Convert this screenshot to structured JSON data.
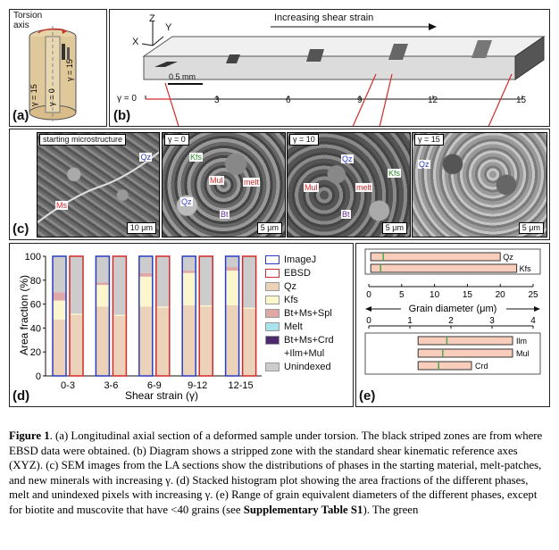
{
  "panel_a": {
    "label": "(a)",
    "axis_label": "Torsion axis",
    "gamma_labels": [
      "γ = 15",
      "γ = 0",
      "γ = 15"
    ]
  },
  "panel_b": {
    "label": "(b)",
    "title": "Increasing shear strain",
    "axes": [
      "Z",
      "Y",
      "X"
    ],
    "scale": "0.5 mm",
    "gamma_prefix": "γ = 0",
    "ticks": [
      "3",
      "6",
      "9",
      "12",
      "15"
    ]
  },
  "panel_c": {
    "label": "(c)",
    "images": [
      {
        "tag": "starting microstructure",
        "scale": "10 μm",
        "labels": [
          "Qz",
          "Ms"
        ]
      },
      {
        "tag": "γ = 0",
        "scale": "5 μm",
        "labels": [
          "Kfs",
          "Mul",
          "melt",
          "Qz",
          "Bt"
        ]
      },
      {
        "tag": "γ = 10",
        "scale": "5 μm",
        "labels": [
          "Qz",
          "Kfs",
          "Mul",
          "melt",
          "Bt"
        ]
      },
      {
        "tag": "γ = 15",
        "scale": "5 μm",
        "labels": [
          "Qz"
        ]
      }
    ]
  },
  "panel_d": {
    "label": "(d)",
    "legend": [
      "ImageJ",
      "EBSD",
      "Qz",
      "Kfs",
      "Bt+Ms+Spl",
      "Melt",
      "Bt+Ms+Crd",
      "+Ilm+Mul",
      "Unindexed"
    ]
  },
  "panel_e": {
    "label": "(e)",
    "xlabel": "Grain diameter (μm)"
  },
  "colors": {
    "imagej": "#2b3cc4",
    "ebsd": "#d42a2a",
    "qz": "#ecd2b8",
    "kfs": "#fbf6cc",
    "btmsspl": "#dfa8a6",
    "melt": "#a8e2ea",
    "btmscrd": "#4a2a6a",
    "unindexed": "#cccccc",
    "grain_bar": "#f8cdbc",
    "median": "#4aa84a"
  },
  "chart_data": [
    {
      "type": "bar",
      "stacked": true,
      "categories": [
        "0-3",
        "3-6",
        "6-9",
        "9-12",
        "12-15"
      ],
      "xlabel": "Shear strain (γ)",
      "ylabel": "Area fraction (%)",
      "ylim": [
        0,
        100
      ],
      "yticks": [
        "0",
        "20",
        "40",
        "60",
        "80",
        "100"
      ],
      "groups": [
        "ImageJ",
        "EBSD"
      ],
      "series": [
        {
          "name": "Qz",
          "imagej": [
            47,
            58,
            58,
            59,
            59
          ],
          "ebsd": [
            51,
            50,
            57,
            58,
            56
          ]
        },
        {
          "name": "Kfs",
          "imagej": [
            16,
            18,
            25,
            27,
            29
          ],
          "ebsd": [
            1,
            1,
            1,
            1,
            1
          ]
        },
        {
          "name": "Bt+Ms+Spl",
          "imagej": [
            7,
            2,
            3,
            2,
            3
          ],
          "ebsd": [
            0,
            0,
            0,
            0,
            0
          ]
        },
        {
          "name": "Melt",
          "imagej": [
            0,
            0,
            0,
            0,
            0
          ],
          "ebsd": [
            0,
            0,
            0,
            0,
            0
          ]
        },
        {
          "name": "Bt+Ms+Crd +Ilm+Mul",
          "imagej": [
            0,
            0,
            0,
            0,
            0
          ],
          "ebsd": [
            0,
            0,
            0,
            0,
            0
          ]
        },
        {
          "name": "Unindexed",
          "imagej": [
            30,
            22,
            14,
            12,
            9
          ],
          "ebsd": [
            48,
            49,
            42,
            41,
            43
          ]
        }
      ]
    },
    {
      "type": "range",
      "xlabel": "Grain diameter (μm)",
      "axis_top": {
        "range": [
          0,
          25
        ],
        "ticks": [
          "0",
          "5",
          "10",
          "15",
          "20",
          "25"
        ]
      },
      "axis_bottom": {
        "range": [
          0,
          4
        ],
        "ticks": [
          "0",
          "1",
          "2",
          "3",
          "4"
        ]
      },
      "phases_top": [
        {
          "name": "Qz",
          "min": 0.3,
          "median": 2.2,
          "max": 20
        },
        {
          "name": "Kfs",
          "min": 0.3,
          "median": 1.8,
          "max": 22.5
        }
      ],
      "phases_bottom": [
        {
          "name": "Ilm",
          "min": 1.2,
          "median": 1.9,
          "max": 3.5
        },
        {
          "name": "Mul",
          "min": 1.2,
          "median": 1.8,
          "max": 3.5
        },
        {
          "name": "Crd",
          "min": 1.2,
          "median": 1.7,
          "max": 2.5
        }
      ]
    }
  ],
  "caption": {
    "figure": "Figure 1",
    "text1": ". (a) Longitudinal axial section of a deformed sample under torsion. The black striped zones are from where EBSD data were obtained. (b) Diagram shows a stripped zone with the standard shear kinematic reference axes (XYZ). (c) SEM images from the LA sections show the distributions of phases in the starting material, melt-patches, and new minerals with increasing γ. (d) Stacked histogram plot showing the area fractions of the different phases, melt and unindexed pixels with increasing γ. (e) Range of grain equivalent diameters of the different phases, except for biotite and muscovite that have <40 grains (see ",
    "supp": "Supplementary Table S1",
    "text2": "). The green"
  }
}
